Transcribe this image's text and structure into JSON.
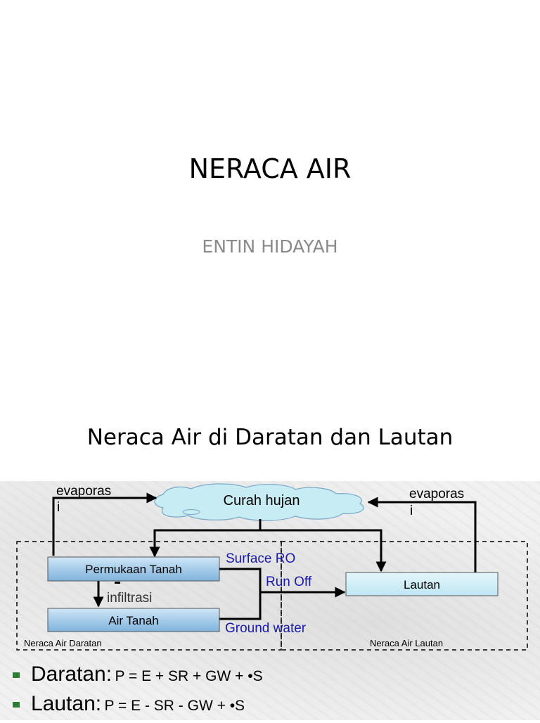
{
  "slide1": {
    "title": "NERACA AIR",
    "subtitle": "ENTIN HIDAYAH"
  },
  "slide2": {
    "title": "Neraca Air di Daratan dan Lautan",
    "diagram": {
      "cloud_label": "Curah hujan",
      "evap_left_line1": "evaporas",
      "evap_left_line2": "i",
      "evap_right_line1": "evaporas",
      "evap_right_line2": "i",
      "box_surface": "Permukaan Tanah",
      "box_groundwater": "Air Tanah",
      "box_sea": "Lautan",
      "infiltration": "infiltrasi",
      "surface_ro": "Surface RO",
      "run_off": "Run Off",
      "ground_water": "Ground water",
      "region_land": "Neraca Air Daratan",
      "region_sea": "Neraca Air Lautan"
    },
    "equations": [
      {
        "label": "Daratan:",
        "formula": "P = E + SR + GW + •S"
      },
      {
        "label": "Lautan:",
        "formula": "P = E - SR - GW + •S"
      }
    ],
    "colors": {
      "bullet": "#2e7d32",
      "blue_label": "#1a1aa8",
      "box_fill": "#9cc8e8",
      "cloud_fill": "#c8ecf4"
    }
  }
}
